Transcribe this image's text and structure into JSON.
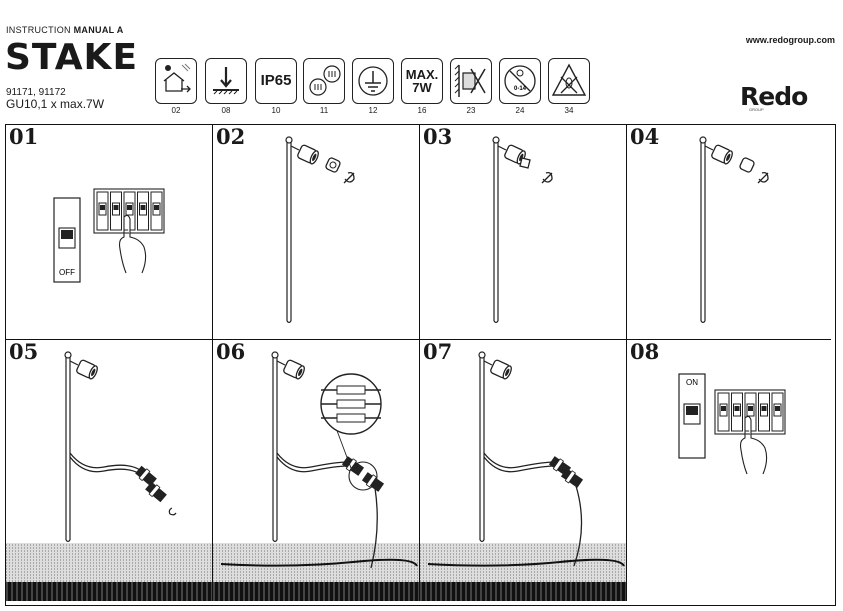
{
  "header": {
    "label_prefix": "INSTRUCTION",
    "label_bold": "MANUAL A",
    "title": "STAKE",
    "codes": "91171, 91172",
    "spec": "GU10,1 x max.7W",
    "url": "www.redogroup.com",
    "logo": "Redo",
    "logo_sub": "GROUP"
  },
  "icons": [
    {
      "name": "outdoor-house-icon",
      "text": "",
      "num": "02"
    },
    {
      "name": "ground-install-icon",
      "text": "",
      "num": "08"
    },
    {
      "name": "ip65-icon",
      "text": "IP65",
      "num": "10"
    },
    {
      "name": "connector-icon",
      "text": "",
      "num": "11"
    },
    {
      "name": "earth-ground-icon",
      "text": "",
      "num": "12"
    },
    {
      "name": "max-7w-icon",
      "text": "MAX.\n7W",
      "num": "16"
    },
    {
      "name": "wall-mount-icon",
      "text": "",
      "num": "23"
    },
    {
      "name": "temperature-icon",
      "text": "",
      "num": "24",
      "small": "0-14"
    },
    {
      "name": "no-insects-icon",
      "text": "",
      "num": "34"
    }
  ],
  "steps": [
    {
      "num": "01",
      "switch": "OFF"
    },
    {
      "num": "02"
    },
    {
      "num": "03"
    },
    {
      "num": "04"
    },
    {
      "num": "05"
    },
    {
      "num": "06"
    },
    {
      "num": "07"
    },
    {
      "num": "08",
      "switch": "ON"
    }
  ]
}
